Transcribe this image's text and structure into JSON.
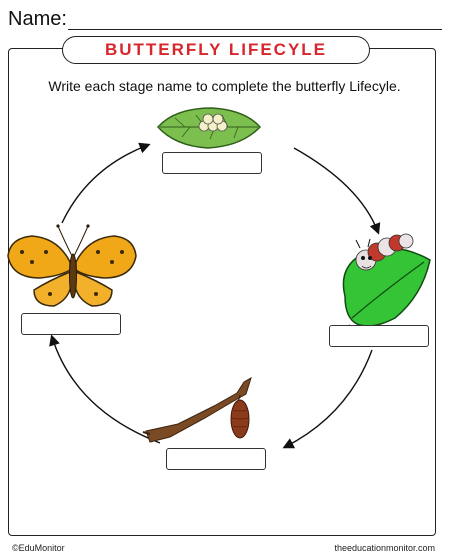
{
  "worksheet": {
    "name_label": "Name:",
    "title": "BUTTERFLY LIFECYLE",
    "instructions": "Write each stage name to complete the butterfly Lifecyle."
  },
  "stages": [
    {
      "stage": "eggs",
      "icon": "eggs-on-leaf-icon",
      "answer": ""
    },
    {
      "stage": "caterpillar",
      "icon": "caterpillar-on-leaf-icon",
      "answer": ""
    },
    {
      "stage": "chrysalis",
      "icon": "chrysalis-on-twig-icon",
      "answer": ""
    },
    {
      "stage": "butterfly",
      "icon": "butterfly-icon",
      "answer": ""
    }
  ],
  "footer": {
    "copyright": "©EduMonitor",
    "website": "theeducationmonitor.com"
  },
  "colors": {
    "title": "#d8262d",
    "leaf": "#6ab04c",
    "butterfly_wing": "#f0a818",
    "caterpillar_stripe": "#c0392b",
    "chrysalis": "#8b3a1a",
    "twig": "#7a4a24"
  }
}
